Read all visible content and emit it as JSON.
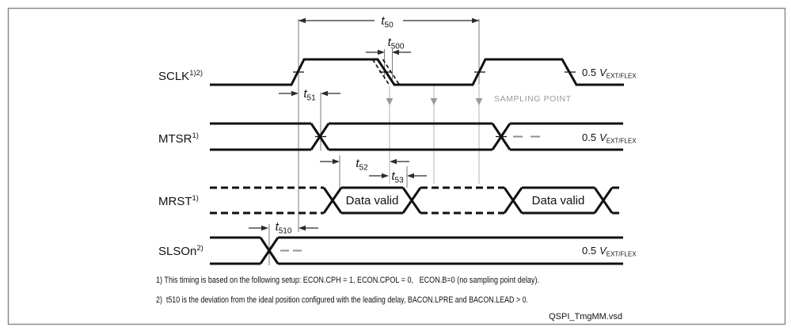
{
  "signals": {
    "sclk": {
      "label": "SCLK",
      "sup": "1)2)"
    },
    "mtsr": {
      "label": "MTSR",
      "sup": "1)"
    },
    "mrst": {
      "label": "MRST",
      "sup": "1)"
    },
    "slso": {
      "label": "SLSOn",
      "sup": "2)"
    }
  },
  "timings": {
    "t50": {
      "sym": "t",
      "sub": "50"
    },
    "t500": {
      "sym": "t",
      "sub": "500"
    },
    "t51": {
      "sym": "t",
      "sub": "51"
    },
    "t52": {
      "sym": "t",
      "sub": "52"
    },
    "t53": {
      "sym": "t",
      "sub": "53"
    },
    "t510": {
      "sym": "t",
      "sub": "510"
    }
  },
  "labels": {
    "sampling_point": "SAMPLING POINT",
    "data_valid": "Data valid",
    "ref_level_value": "0.5",
    "ref_level_symbol": "V",
    "ref_level_subscript": "EXT/FLEX"
  },
  "footnotes": {
    "fn1": "1) This timing is based on the following setup: ECON.CPH = 1, ECON.CPOL = 0,   ECON.B=0 (no sampling point delay).",
    "fn2": "2)  t510 is the deviation from the ideal position configured with the leading delay, BACON.LPRE and BACON.LEAD > 0.",
    "caption": "QSPI_TmgMM.vsd"
  },
  "colors": {
    "waveform_black": "#111111",
    "dimension_black": "#2b2b2b",
    "extension_gray": "#7a7a7a",
    "sampling_gray": "#9a9a9a",
    "frame_gray": "#8c8c8c",
    "background": "#ffffff"
  }
}
